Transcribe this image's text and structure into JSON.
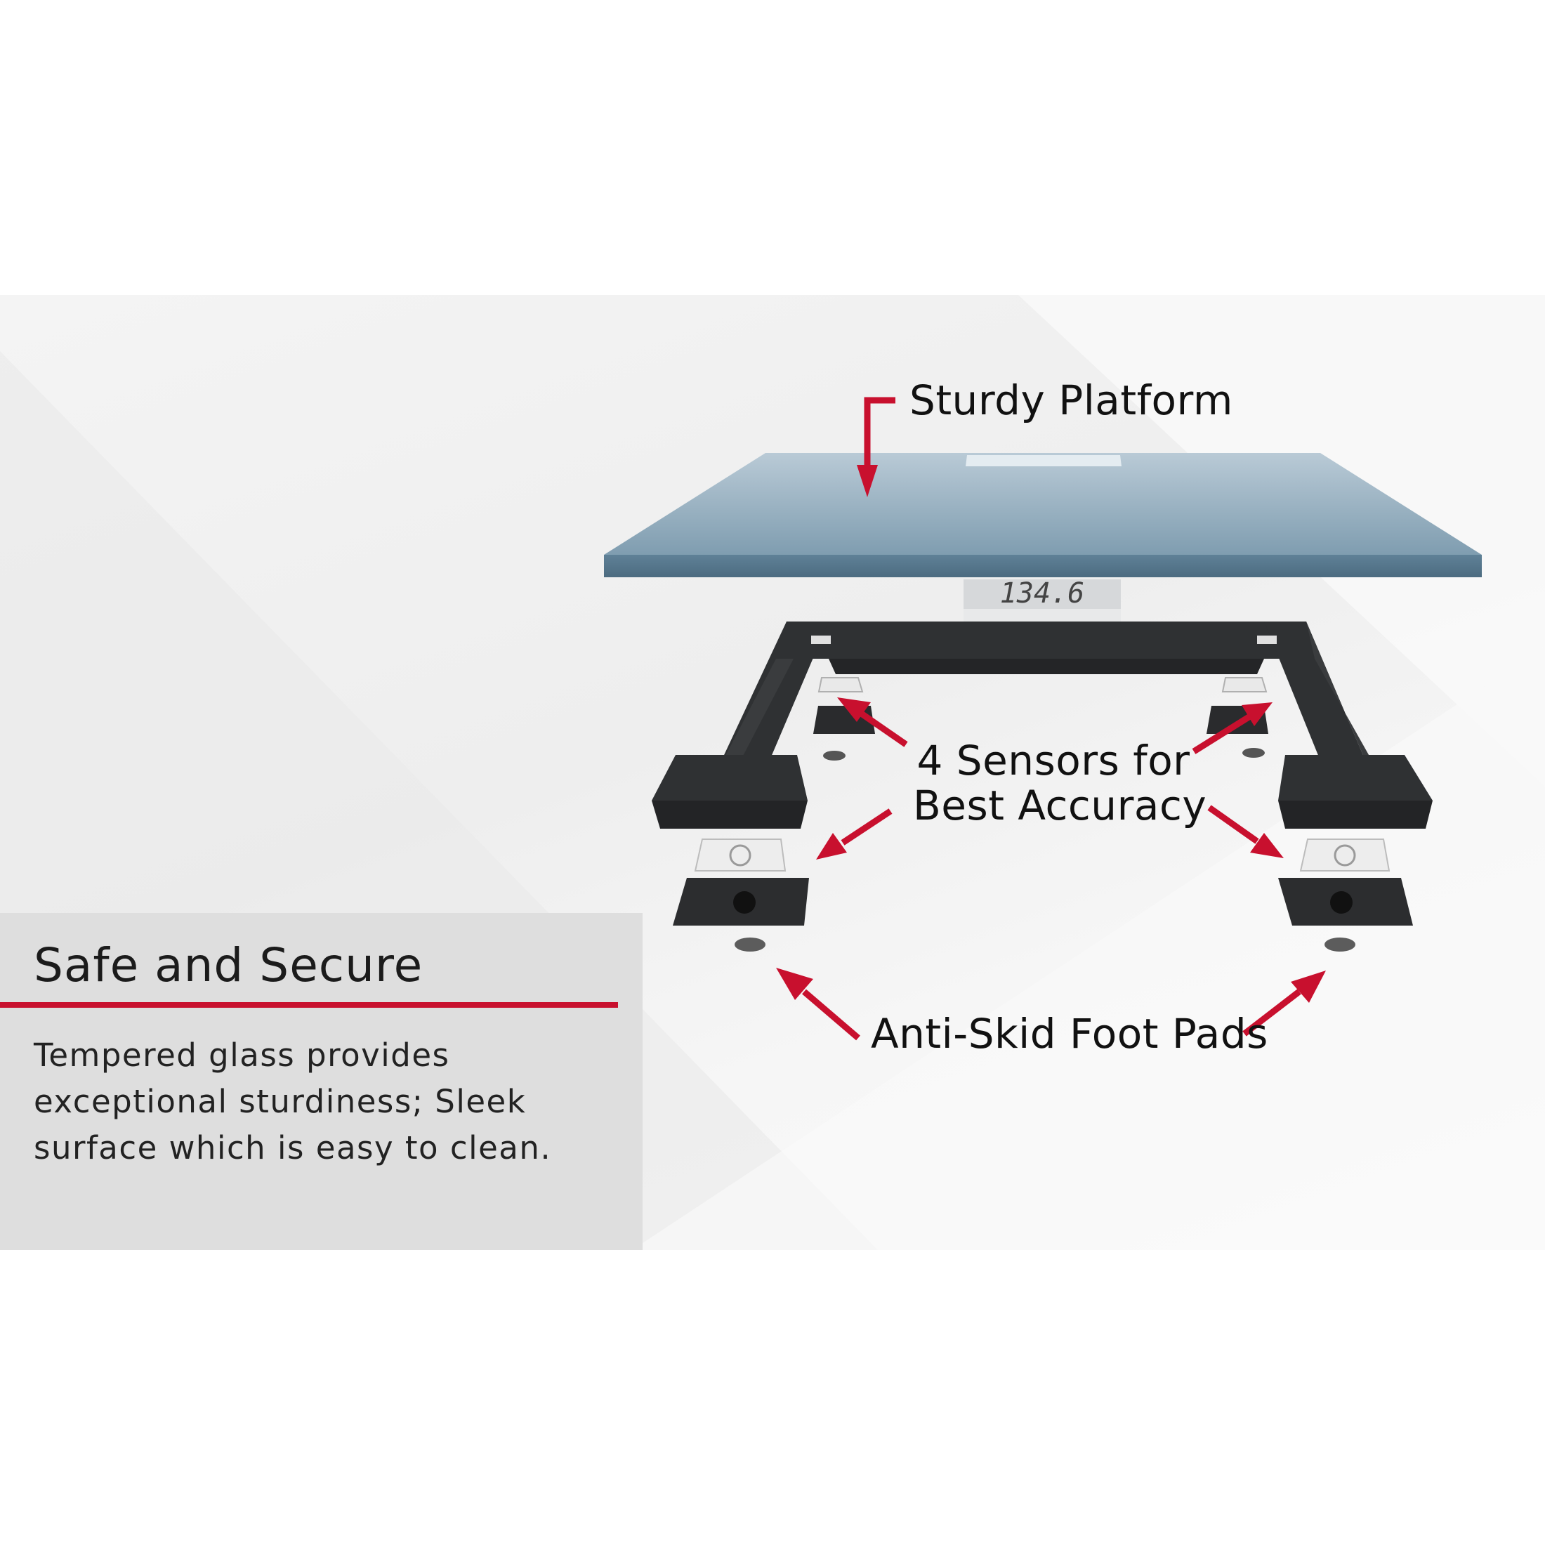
{
  "callouts": {
    "platform": "Sturdy Platform",
    "sensors_line1": "4 Sensors for",
    "sensors_line2": "Best Accuracy",
    "foot_pads": "Anti-Skid Foot Pads"
  },
  "display_readout": "134.6",
  "info": {
    "heading": "Safe and Secure",
    "body_lines": [
      "Tempered glass provides",
      "exceptional sturdiness; Sleek",
      "surface which is easy to clean."
    ]
  },
  "colors": {
    "accent_red": "#c8102e",
    "platform_blue": "#6a8ea4",
    "frame_dark": "#2f3133",
    "panel_gray": "#dedede"
  }
}
